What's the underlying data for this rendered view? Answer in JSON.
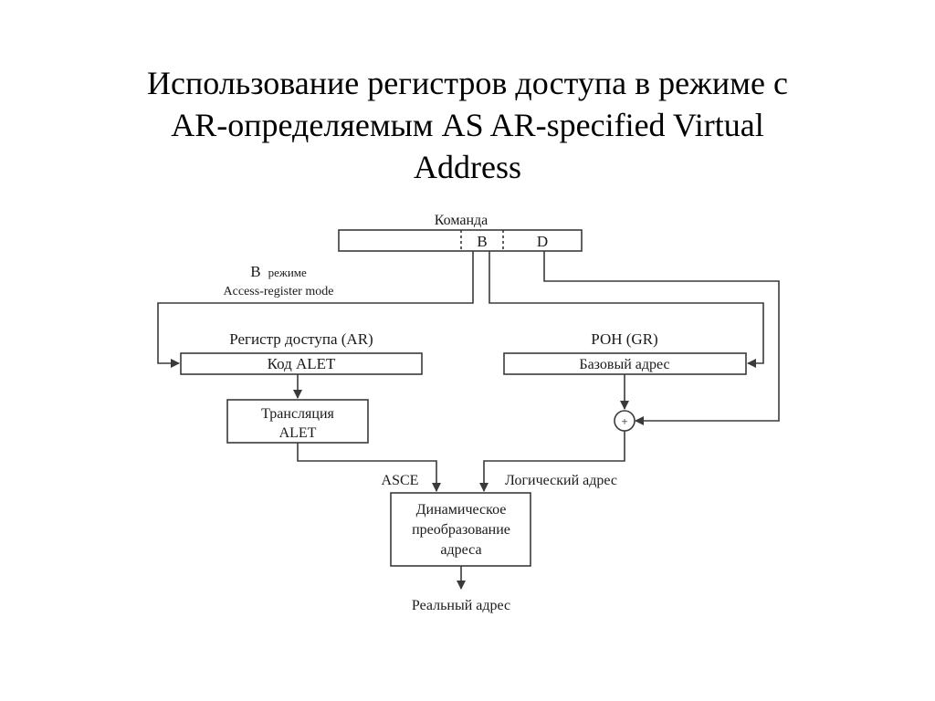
{
  "slide": {
    "title_line1": "Использование регистров доступа в режиме с",
    "title_line2": "AR-определяемым AS AR-specified Virtual",
    "title_line3": "Address"
  },
  "diagram": {
    "instruction_label": "Команда",
    "field_b": "B",
    "field_d": "D",
    "mode_label_prefix": "В",
    "mode_label_suffix": "режиме",
    "mode_label_line2": "Access-register mode",
    "ar_register_label": "Регистр доступа (AR)",
    "ar_box_text": "Код ALET",
    "gr_register_label": "РОН (GR)",
    "gr_box_text": "Базовый адрес",
    "alet_translation_line1": "Трансляция",
    "alet_translation_line2": "ALET",
    "adder_symbol": "+",
    "asce_label": "ASCE",
    "logical_address_label": "Логический адрес",
    "dat_line1": "Динамическое",
    "dat_line2": "преобразование",
    "dat_line3": "адреса",
    "real_address_label": "Реальный адрес"
  },
  "colors": {
    "line": "#3a3a3a",
    "text": "#1a1a1a",
    "background": "#ffffff"
  }
}
